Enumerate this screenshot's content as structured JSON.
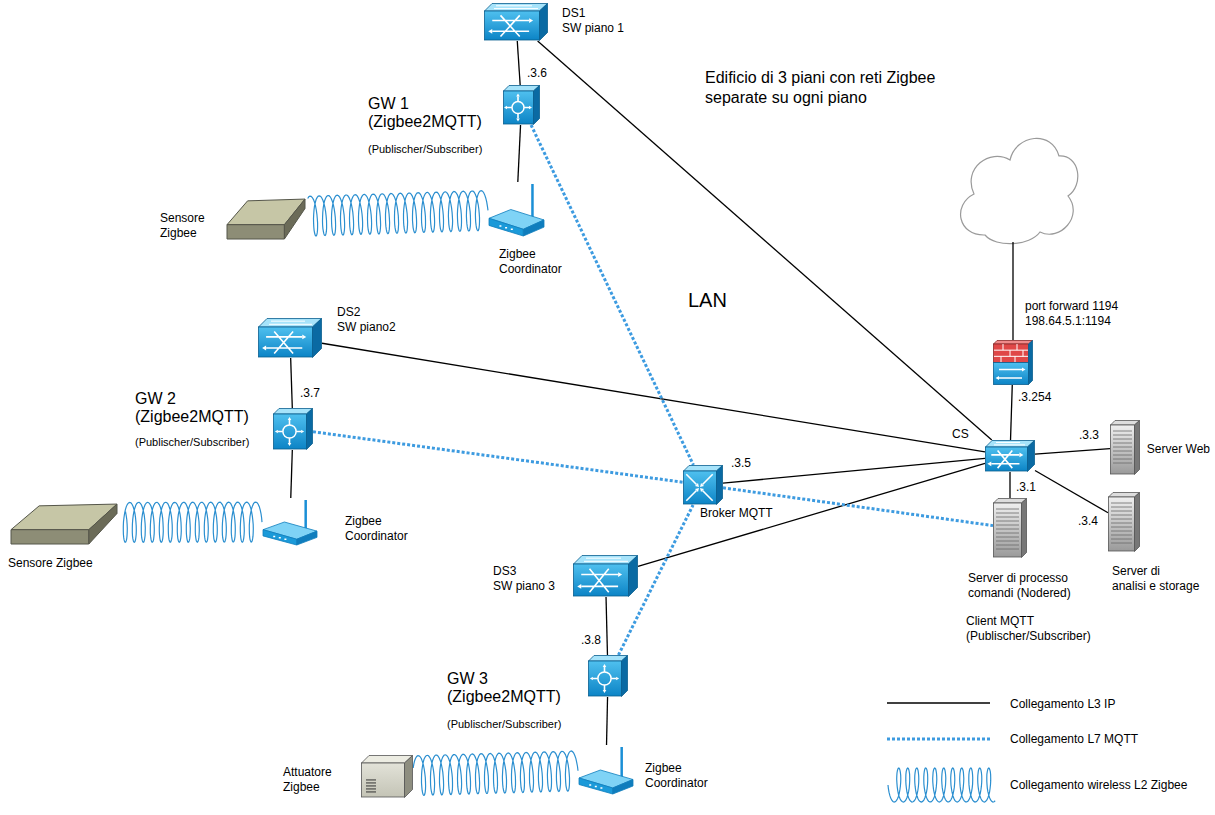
{
  "diagram": {
    "title": "Edificio di 3 piani con reti Zigbee separate su ogni piano",
    "nodes": [
      {
        "text": [
          "DS1",
          "SW piano 1"
        ]
      },
      {
        "text": [
          "GW 1 (Zigbee2MQTT)",
          "(Publischer/Subscriber)"
        ]
      },
      {
        "text": [
          "Sensore Zigbee"
        ]
      },
      {
        "text": [
          "Zigbee Coordinator"
        ]
      },
      {
        "text": [
          "port forward 1194 198.64.5.1:1194"
        ]
      },
      {
        "text": [
          "DS2",
          "SW piano2"
        ]
      },
      {
        "text": [
          "GW 2 (Zigbee2MQTT)",
          "(Publischer/Subscriber)"
        ]
      },
      {
        "text": [
          "CS"
        ]
      },
      {
        "text": [
          "Server Web"
        ]
      },
      {
        "text": [
          "Broker MQTT"
        ]
      },
      {
        "text": [
          "Sensore Zigbee"
        ]
      },
      {
        "text": [
          "Zigbee Coordinator"
        ]
      },
      {
        "text": [
          "Server di processo comandi (Nodered)",
          "Client MQTT (Publischer/Subscriber)"
        ]
      },
      {
        "text": [
          "Server di",
          "analisi e storage"
        ]
      },
      {
        "text": [
          "DS3",
          "SW piano 3"
        ]
      },
      {
        "text": [
          "GW 3 (Zigbee2MQTT)",
          "(Publischer/Subscriber)"
        ]
      },
      {
        "text": [
          "Attuatore Zigbee"
        ]
      },
      {
        "text": [
          "Zigbee Coordinator"
        ]
      }
    ],
    "edges": [
      {
        "from": 0,
        "to": 1,
        "arrow": "none",
        "label": ".3.6"
      },
      {
        "from": 1,
        "to": 3,
        "arrow": "none"
      },
      {
        "from": 3,
        "to": 2,
        "arrow": "none"
      },
      {
        "from": 0,
        "to": 7,
        "arrow": "none"
      },
      {
        "from": 5,
        "to": 6,
        "arrow": "none",
        "label": ".3.7"
      },
      {
        "from": 6,
        "to": 11,
        "arrow": "none"
      },
      {
        "from": 11,
        "to": 10,
        "arrow": "none"
      },
      {
        "from": 5,
        "to": 7,
        "arrow": "none"
      },
      {
        "from": 14,
        "to": 15,
        "arrow": "none",
        "label": ".3.8"
      },
      {
        "from": 15,
        "to": 17,
        "arrow": "none"
      },
      {
        "from": 17,
        "to": 16,
        "arrow": "none"
      },
      {
        "from": 14,
        "to": 7,
        "arrow": "none"
      },
      {
        "from": 9,
        "to": 7,
        "arrow": "none",
        "label": ".3.5"
      },
      {
        "from": 7,
        "to": 4,
        "arrow": "none",
        "label": ".3.254"
      },
      {
        "from": 7,
        "to": 8,
        "arrow": "none",
        "label": ".3.3"
      },
      {
        "from": 7,
        "to": 12,
        "arrow": "none",
        "label": ".3.1"
      },
      {
        "from": 7,
        "to": 13,
        "arrow": "none",
        "label": ".3.4"
      },
      {
        "from": 1,
        "to": 9,
        "arrow": "none"
      },
      {
        "from": 6,
        "to": 9,
        "arrow": "none"
      },
      {
        "from": 15,
        "to": 9,
        "arrow": "none"
      },
      {
        "from": 9,
        "to": 12,
        "arrow": "none"
      }
    ],
    "labels": [
      "LAN"
    ],
    "legend": [
      {
        "text": "Collegamento L3 IP"
      },
      {
        "text": "Collegamento L7 MQTT"
      },
      {
        "text": "Collegamento wireless L2 Zigbee"
      }
    ]
  }
}
